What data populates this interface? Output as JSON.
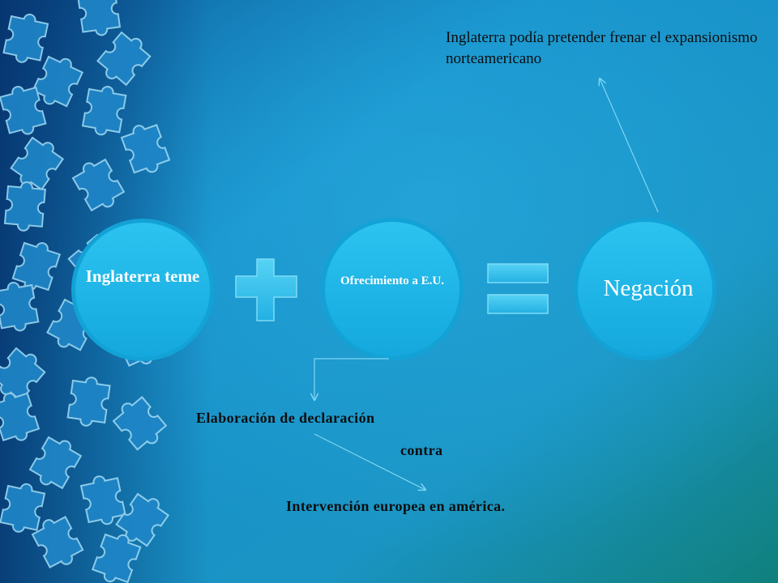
{
  "slide": {
    "circles": [
      {
        "label": "Inglaterra teme"
      },
      {
        "label": "Ofrecimiento a E.U."
      },
      {
        "label": "Negación"
      }
    ],
    "operators": [
      "plus",
      "equals"
    ],
    "annotation_top": "Inglaterra podía pretender frenar el expansionismo norteamericano",
    "bottom_text": {
      "line1": "Elaboración de declaración",
      "line2": "contra",
      "line3": "Intervención europea en américa."
    }
  },
  "colors": {
    "background_start": "#0a5a9a",
    "background_mid": "#1a9ad0",
    "background_end": "#12807f",
    "circle_fill": "#1fb6e8",
    "circle_ring": "#12a4d6",
    "operator_fill": "#33c6ee",
    "arrow": "#7fd6f4"
  }
}
